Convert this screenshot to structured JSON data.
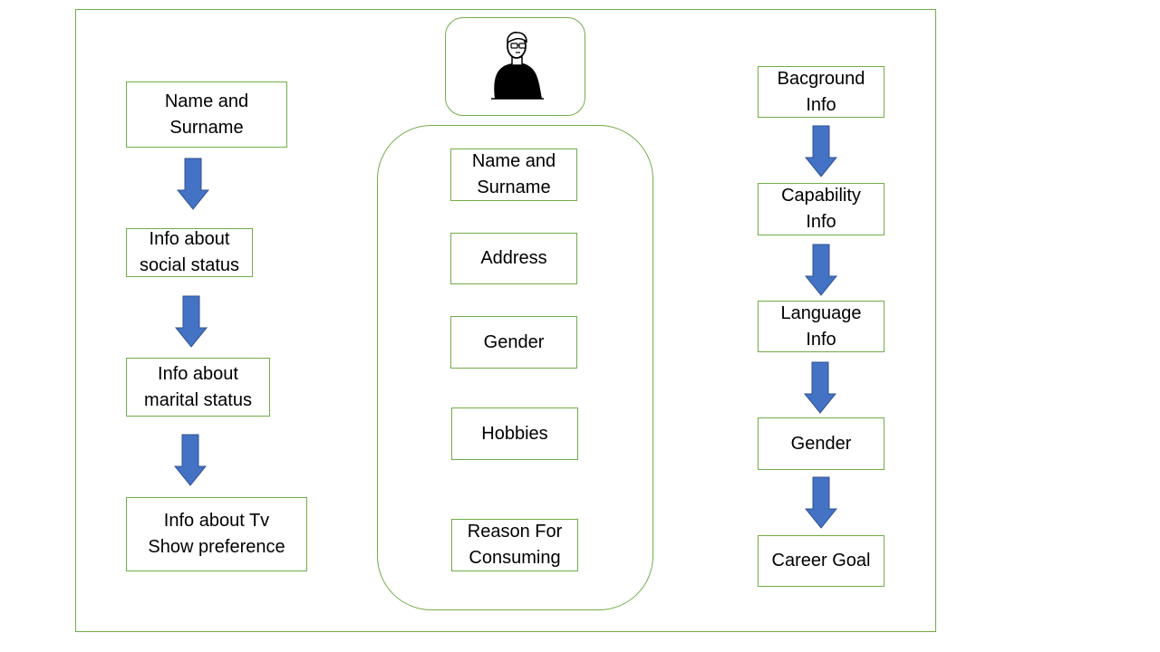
{
  "colors": {
    "border": "#70ad47",
    "arrow_fill": "#4472c4",
    "arrow_stroke": "#2f528f",
    "text": "#000000"
  },
  "left_column": {
    "boxes": [
      "Name and\nSurname",
      "Info about\nsocial status",
      "Info about\nmarital status",
      "Info about Tv\nShow preference"
    ]
  },
  "center_column": {
    "avatar_icon": "person-icon",
    "boxes": [
      "Name and\nSurname",
      "Address",
      "Gender",
      "Hobbies",
      "Reason For\nConsuming"
    ]
  },
  "right_column": {
    "boxes": [
      "Bacground\nInfo",
      "Capability\nInfo",
      "Language\nInfo",
      "Gender",
      "Career Goal"
    ]
  }
}
